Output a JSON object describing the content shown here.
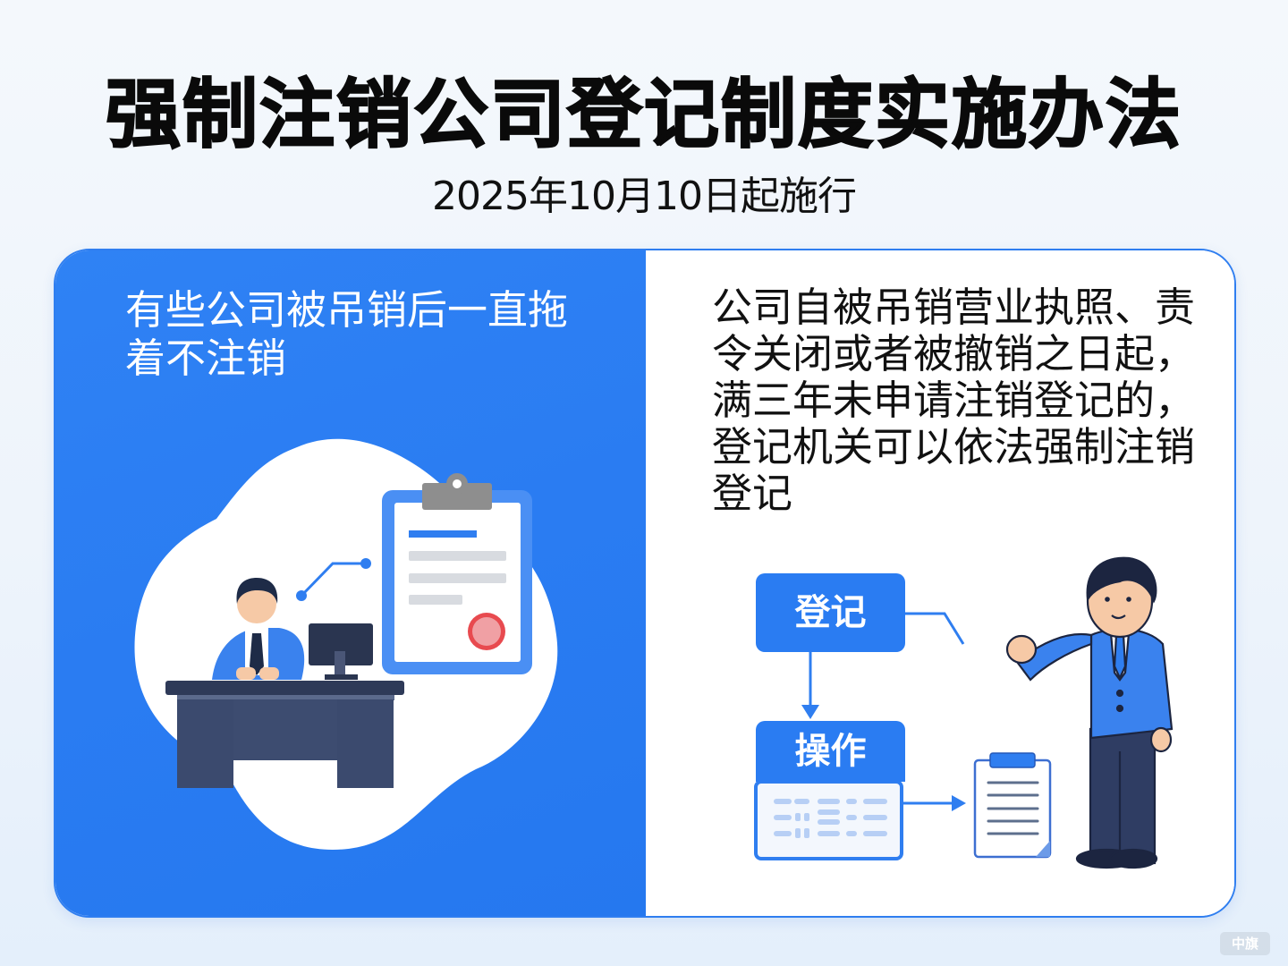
{
  "header": {
    "title": "强制注销公司登记制度实施办法",
    "subtitle": "2025年10月10日起施行"
  },
  "left_panel": {
    "text": "有些公司被吊销后一直拖着不注销",
    "illustration": "person-at-desk-with-clipboard-icon"
  },
  "right_panel": {
    "text": "公司自被吊销营业执照、责令关闭或者被撤销之日起，满三年未申请注销登记的，登记机关可以依法强制注销登记",
    "flow": {
      "box1_label": "登记",
      "box2_label": "操作"
    },
    "illustration": "presenter-with-flowchart-icon"
  },
  "watermark": "中旗",
  "colors": {
    "primary_blue": "#2a7cf2",
    "dark_navy": "#2f3a55",
    "stamp_red": "#e84a4f",
    "background": "#eef4fb"
  }
}
